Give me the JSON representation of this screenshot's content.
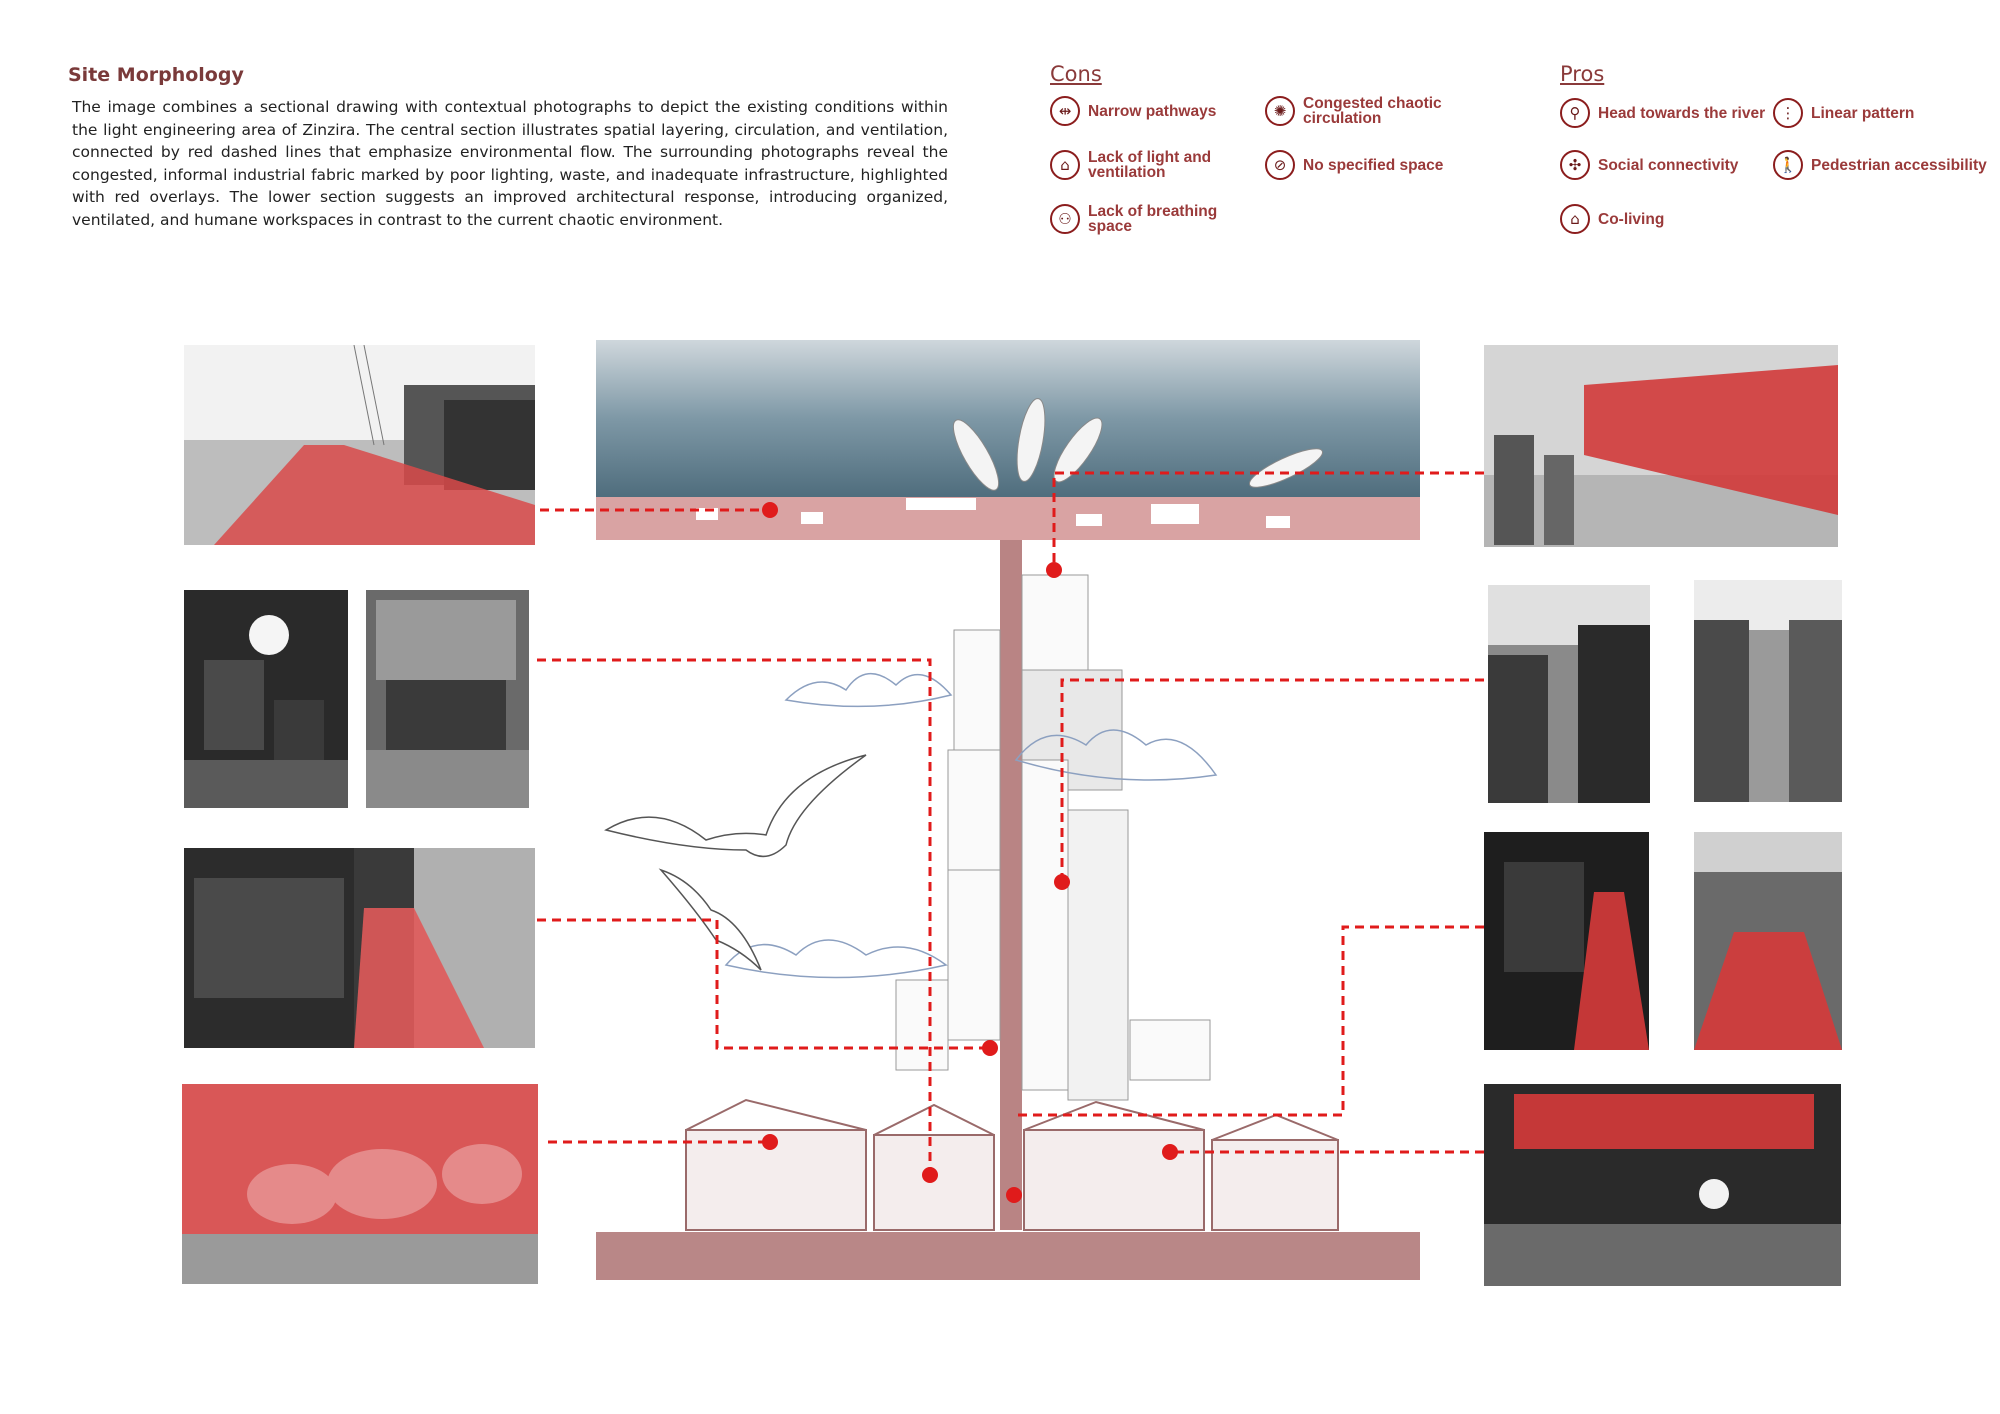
{
  "header": {
    "title": "Site Morphology",
    "description": "The image combines a sectional drawing with contextual photographs to depict the existing conditions  within the light engineering area of Zinzira. The central section illustrates spatial layering, circulation, and ventilation, connected by red dashed lines that emphasize environmental flow. The surrounding photographs reveal the congested, informal industrial fabric marked by poor lighting, waste, and inadequate infrastructure, highlighted with red overlays. The lower section suggests an improved architectural response, introducing organized, ventilated, and humane workspaces in contrast to the current chaotic environment."
  },
  "cons": {
    "heading": "Cons",
    "items": [
      {
        "label": "Narrow pathways",
        "icon": "narrow-pathway-icon"
      },
      {
        "label": "Congested chaotic circulation",
        "icon": "congestion-icon"
      },
      {
        "label": "Lack of light and ventilation",
        "icon": "no-light-icon"
      },
      {
        "label": "No specified space",
        "icon": "no-space-icon"
      },
      {
        "label": "Lack of breathing space",
        "icon": "crowd-icon"
      }
    ]
  },
  "pros": {
    "heading": "Pros",
    "items": [
      {
        "label": "Head towards the river",
        "icon": "location-pin-icon"
      },
      {
        "label": "Linear pattern",
        "icon": "linear-pattern-icon"
      },
      {
        "label": "Social connectivity",
        "icon": "network-icon"
      },
      {
        "label": "Pedestrian accessibility",
        "icon": "pedestrian-icon"
      },
      {
        "label": "Co-living",
        "icon": "houses-icon"
      }
    ]
  },
  "colors": {
    "accent_red": "#e01b1b",
    "title_brown": "#7a3a3a",
    "legend_red": "#9a3a3a",
    "river_blue": "#5f7d8c",
    "section_pink": "#c9908f"
  }
}
